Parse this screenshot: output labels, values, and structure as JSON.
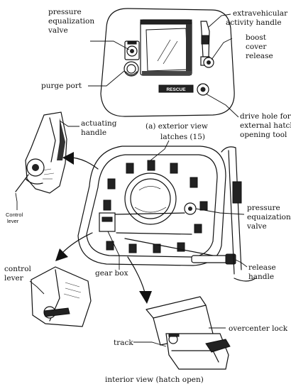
{
  "labels": {
    "pressure_equalization_valve_top": [
      "pressure",
      "equalization",
      "valve"
    ],
    "purge_port": "purge port",
    "extravehicular_handle": [
      "extravehicular",
      "activity handle"
    ],
    "boost_cover_release": [
      "boost",
      "cover",
      "release"
    ],
    "rescue_plate": "RESCUE",
    "drive_hole": [
      "drive hole for",
      "external hatch",
      "opening tool"
    ],
    "exterior_caption": "(a) exterior view",
    "actuating_handle": [
      "actuating",
      "handle"
    ],
    "latches": "latches (15)",
    "control_lever_small": [
      "Control",
      "lever"
    ],
    "pressure_equalization_valve_inner": [
      "pressure",
      "equaization",
      "valve"
    ],
    "control_lever": [
      "control",
      "lever"
    ],
    "gear_box": "gear box",
    "release_handle": [
      "release",
      "handle"
    ],
    "overcenter_lock": "overcenter lock",
    "track": "track",
    "interior_caption": "interior view (hatch open)"
  }
}
